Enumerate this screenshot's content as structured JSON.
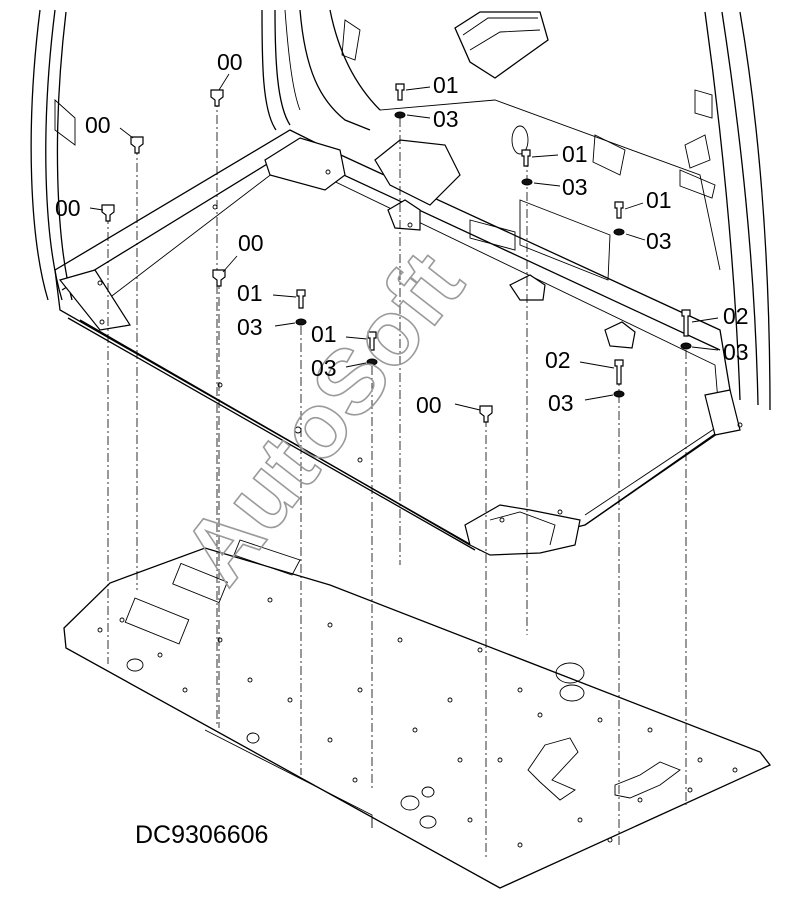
{
  "diagram": {
    "drawing_code": "DC9306606",
    "watermark": "AutoSoft",
    "callouts": [
      {
        "id": "c1",
        "text": "00"
      },
      {
        "id": "c2",
        "text": "00"
      },
      {
        "id": "c3",
        "text": "00"
      },
      {
        "id": "c4",
        "text": "00"
      },
      {
        "id": "c5",
        "text": "00"
      },
      {
        "id": "c6",
        "text": "01"
      },
      {
        "id": "c7",
        "text": "03"
      },
      {
        "id": "c8",
        "text": "01"
      },
      {
        "id": "c9",
        "text": "03"
      },
      {
        "id": "c10",
        "text": "01"
      },
      {
        "id": "c11",
        "text": "03"
      },
      {
        "id": "c12",
        "text": "01"
      },
      {
        "id": "c13",
        "text": "03"
      },
      {
        "id": "c14",
        "text": "01"
      },
      {
        "id": "c15",
        "text": "03"
      },
      {
        "id": "c16",
        "text": "02"
      },
      {
        "id": "c17",
        "text": "03"
      },
      {
        "id": "c18",
        "text": "02"
      },
      {
        "id": "c19",
        "text": "03"
      }
    ]
  }
}
